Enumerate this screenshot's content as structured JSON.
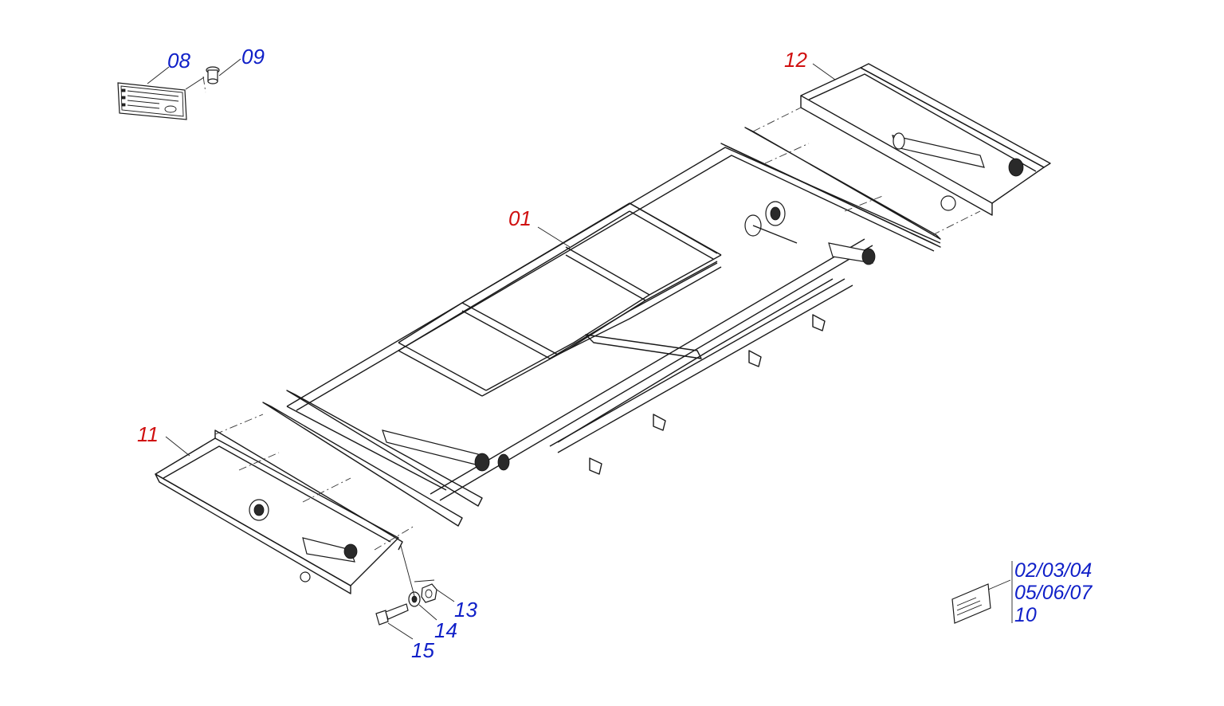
{
  "colors": {
    "blue_callout": "#1020c8",
    "red_callout": "#d01010",
    "line": "#1a1a1a"
  },
  "callouts": {
    "c01": "01",
    "c08": "08",
    "c09": "09",
    "c11": "11",
    "c12": "12",
    "c13": "13",
    "c14": "14",
    "c15": "15",
    "decal_list": [
      "02/03/04",
      "05/06/07",
      "10"
    ]
  }
}
